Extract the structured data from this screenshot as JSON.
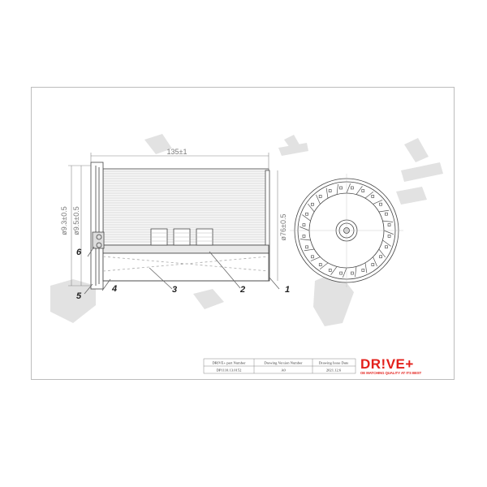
{
  "drawing": {
    "dimensions": {
      "length": "135±1",
      "diameter_outer": "ø76±0.5",
      "diameter_inner_a": "ø9.3±0.5",
      "diameter_inner_b": "ø9.5±0.5"
    },
    "part_labels": [
      "1",
      "2",
      "3",
      "4",
      "5",
      "6"
    ]
  },
  "title_block": {
    "headers": [
      "DRIVE+ part Number",
      "Drawing Version Number",
      "Drawing Issue Date"
    ],
    "values": [
      "DP1110.13.0152",
      "A0",
      "2021.12.6"
    ],
    "brand": "DR!VE+",
    "tagline": "OE MATCHING QUALITY AT ITS BEST"
  },
  "colors": {
    "watermark": "#e2e2e2",
    "line": "#444444",
    "brand_red": "#e3201b",
    "frame": "#bdbdbd"
  }
}
